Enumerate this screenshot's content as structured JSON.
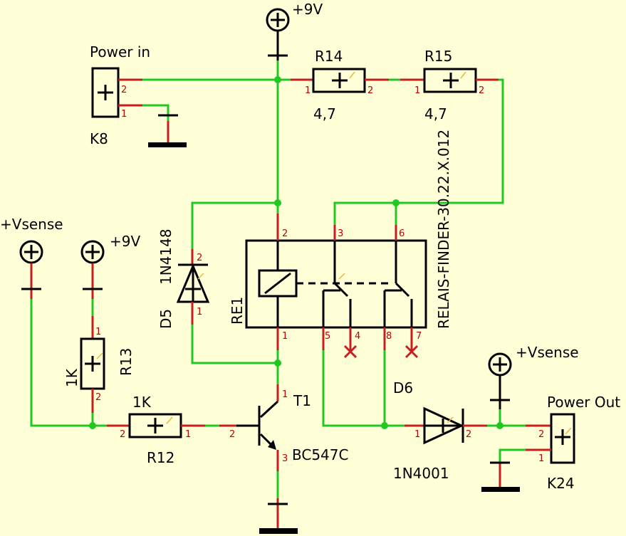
{
  "labels": {
    "vcc_top": "+9V",
    "vcc_r13": "+9V",
    "vsense_left": "+Vsense",
    "vsense_right": "+Vsense",
    "power_in": "Power in",
    "power_out": "Power Out",
    "k8": "K8",
    "k24": "K24",
    "r14": "R14",
    "r15": "R15",
    "r14_val": "4,7",
    "r15_val": "4,7",
    "r13": "R13",
    "r13_val": "1K",
    "r12": "R12",
    "r12_val": "1K",
    "d5": "D5",
    "d5_val": "1N4148",
    "re1": "RE1",
    "relay_part": "RELAIS-FINDER-30.22.X.012",
    "t1": "T1",
    "t1_val": "BC547C",
    "d6": "D6",
    "d6_val": "1N4001"
  },
  "pins": {
    "k8_2": "2",
    "k8_1": "1",
    "r14_1": "1",
    "r14_2": "2",
    "r15_1": "1",
    "r15_2": "2",
    "d5_2": "2",
    "d5_1": "1",
    "re_2": "2",
    "re_3": "3",
    "re_6": "6",
    "re_1": "1",
    "re_5": "5",
    "re_4": "4",
    "re_8": "8",
    "re_7": "7",
    "r13_1": "1",
    "r13_2": "2",
    "r12_2": "2",
    "r12_1": "1",
    "t1_b": "2",
    "t1_c": "1",
    "t1_e": "3",
    "d6_1": "1",
    "d6_2": "2",
    "k24_2": "2",
    "k24_1": "1"
  },
  "colors": {
    "wire": "#22c822",
    "pin_stub": "#c81e1e",
    "background": "#ffffd8"
  }
}
